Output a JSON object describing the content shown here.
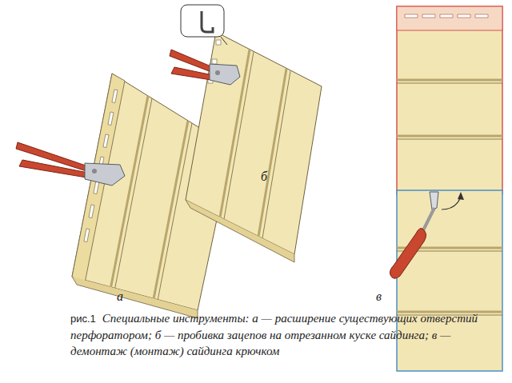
{
  "diagram": {
    "caption": "Специальные инструменты: а — расширение существующих отверстий перфоратором; б — пробивка зацепов на отрезанном куске сайдинга; в — демонтаж (монтаж) сайдинга крючком",
    "labels": [
      "рис.1",
      "а",
      "б",
      "в"
    ]
  }
}
